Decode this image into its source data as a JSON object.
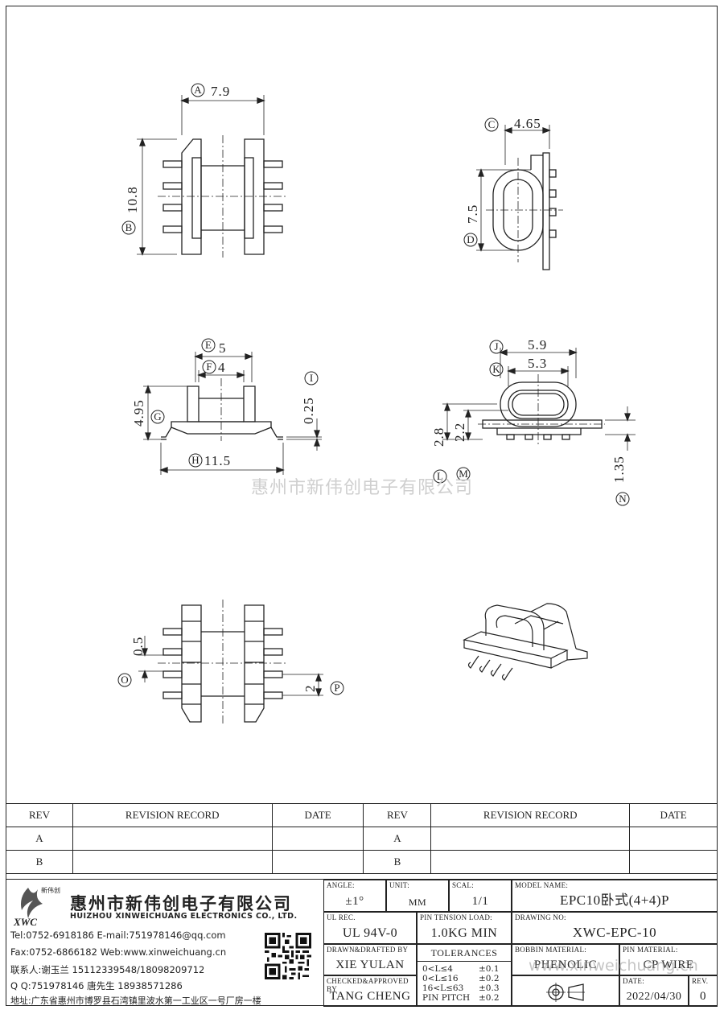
{
  "dimensions": {
    "A": {
      "letter": "A",
      "value": "7.9"
    },
    "B": {
      "letter": "B",
      "value": "10.8"
    },
    "C": {
      "letter": "C",
      "value": "4.65"
    },
    "D": {
      "letter": "D",
      "value": "7.5"
    },
    "E": {
      "letter": "E",
      "value": "5"
    },
    "F": {
      "letter": "F",
      "value": "4"
    },
    "G": {
      "letter": "G",
      "value": "4.95"
    },
    "H": {
      "letter": "H",
      "value": "11.5"
    },
    "I": {
      "letter": "I",
      "value": "0.25"
    },
    "J": {
      "letter": "J",
      "value": "5.9"
    },
    "K": {
      "letter": "K",
      "value": "5.3"
    },
    "L": {
      "letter": "L",
      "value": "2.8"
    },
    "M": {
      "letter": "M",
      "value": "2.2"
    },
    "N": {
      "letter": "N",
      "value": "1.35"
    },
    "O": {
      "letter": "O",
      "value": "0.5"
    },
    "P": {
      "letter": "P",
      "value": "2"
    }
  },
  "watermark": "惠州市新伟创电子有限公司",
  "revision_table": {
    "headers": [
      "REV",
      "REVISION RECORD",
      "DATE",
      "REV",
      "REVISION RECORD",
      "DATE"
    ],
    "rows": [
      [
        "A",
        "",
        "",
        "A",
        "",
        ""
      ],
      [
        "B",
        "",
        "",
        "B",
        "",
        ""
      ]
    ]
  },
  "company": {
    "logo_text": "XWC",
    "logo_small": "新伟创",
    "name_cn": "惠州市新伟创电子有限公司",
    "name_en": "HUIZHOU XINWEICHUANG ELECTRONICS CO., LTD.",
    "tel_line": "Tel:0752-6918186 E-mail:751978146@qq.com",
    "fax_line": "Fax:0752-6866182 Web:www.xinweichuang.cn",
    "contact_line": "联系人:谢玉兰 15112339548/18098209712",
    "qq_line": "Q Q:751978146   唐先生 18938571286",
    "address_line": "地址:广东省惠州市博罗县石湾镇里波水第一工业区一号厂房一楼"
  },
  "title_block": {
    "angle": {
      "label": "ANGLE:",
      "value": "±1°"
    },
    "unit": {
      "label": "UNIT:",
      "value": "MM"
    },
    "scale": {
      "label": "SCAL:",
      "value": "1/1"
    },
    "model": {
      "label": "MODEL NAME:",
      "value": "EPC10卧式(4+4)P"
    },
    "ul": {
      "label": "UL REC.",
      "value": "UL 94V-0"
    },
    "pin_tension": {
      "label": "PIN TENSION LOAD:",
      "value": "1.0KG MIN"
    },
    "drawing_no": {
      "label": "DRAWING NO:",
      "value": "XWC-EPC-10"
    },
    "drafted": {
      "label": "DRAWN&DRAFTED BY",
      "value": "XIE YULAN"
    },
    "tolerances": {
      "label": "TOLERANCES",
      "lines": [
        {
          "range": "0<L≤4",
          "tol": "±0.1"
        },
        {
          "range": "0<L≤16",
          "tol": "±0.2"
        },
        {
          "range": "16<L≤63",
          "tol": "±0.3"
        },
        {
          "range": "PIN PITCH",
          "tol": "±0.2"
        }
      ]
    },
    "bobbin": {
      "label": "BOBBIN MATERIAL:",
      "value": "PHENOLIC"
    },
    "pin_material": {
      "label": "PIN MATERIAL:",
      "value": "CP WIRE"
    },
    "checked": {
      "label": "CHECKED&APPROVED BY",
      "value": "TANG CHENG"
    },
    "date": {
      "label": "DATE:",
      "value": "2022/04/30"
    },
    "rev": {
      "label": "REV.",
      "value": "0"
    },
    "overlay_url": "www.xinweichuang.cn"
  }
}
